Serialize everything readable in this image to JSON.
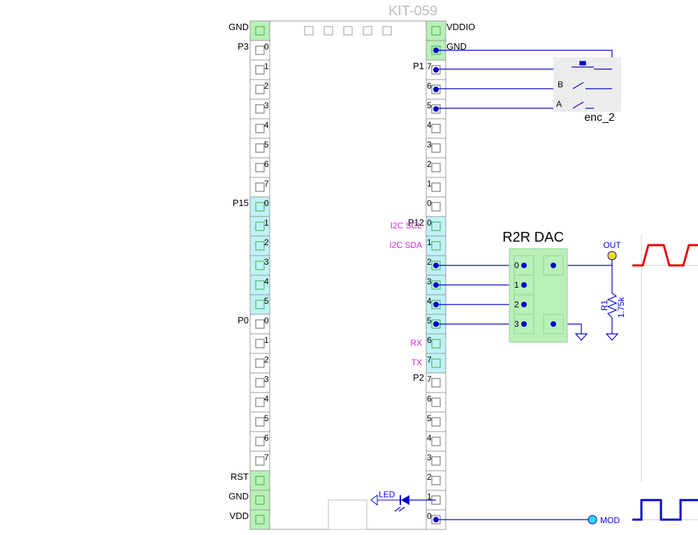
{
  "chip": {
    "title": "KIT-059",
    "left_power_top": [
      "GND"
    ],
    "left_power_bottom": [
      "RST",
      "GND",
      "VDD"
    ],
    "right_power_top": [
      "VDDIO",
      "GND"
    ],
    "ports_left": [
      {
        "name": "P3",
        "pins": [
          "0",
          "1",
          "2",
          "3",
          "4",
          "5",
          "6",
          "7"
        ]
      },
      {
        "name": "P15",
        "pins": [
          "0",
          "1",
          "2",
          "3",
          "4",
          "5"
        ]
      },
      {
        "name": "P0",
        "pins": [
          "0",
          "1",
          "2",
          "3",
          "4",
          "5",
          "6",
          "7"
        ]
      }
    ],
    "ports_right": [
      {
        "name": "P1",
        "pins": [
          "7",
          "6",
          "5",
          "4",
          "3",
          "2",
          "1",
          "0"
        ]
      },
      {
        "name": "P12",
        "pins": [
          "0",
          "1",
          "2",
          "3",
          "4",
          "5",
          "6",
          "7"
        ]
      },
      {
        "name": "P2",
        "pins": [
          "7",
          "6",
          "5",
          "4",
          "3",
          "2",
          "1",
          "0"
        ]
      }
    ],
    "pin_functions": {
      "i2c_scl": "I2C SCL",
      "i2c_sda": "I2C SDA",
      "rx": "RX",
      "tx": "TX"
    }
  },
  "encoder": {
    "name": "enc_2",
    "pin_a": "A",
    "pin_b": "B"
  },
  "dac": {
    "title": "R2R DAC",
    "inputs": [
      "0",
      "1",
      "2",
      "3"
    ]
  },
  "resistor": {
    "ref": "R1",
    "value": "1.75k"
  },
  "probes": {
    "out_label": "OUT",
    "mod_label": "MOD"
  },
  "led_label": "LED",
  "colors": {
    "green": "#b8f0b8",
    "cyan": "#bef2f6",
    "wire": "#0000cc",
    "magenta": "#e020e0",
    "red": "#e00000"
  }
}
